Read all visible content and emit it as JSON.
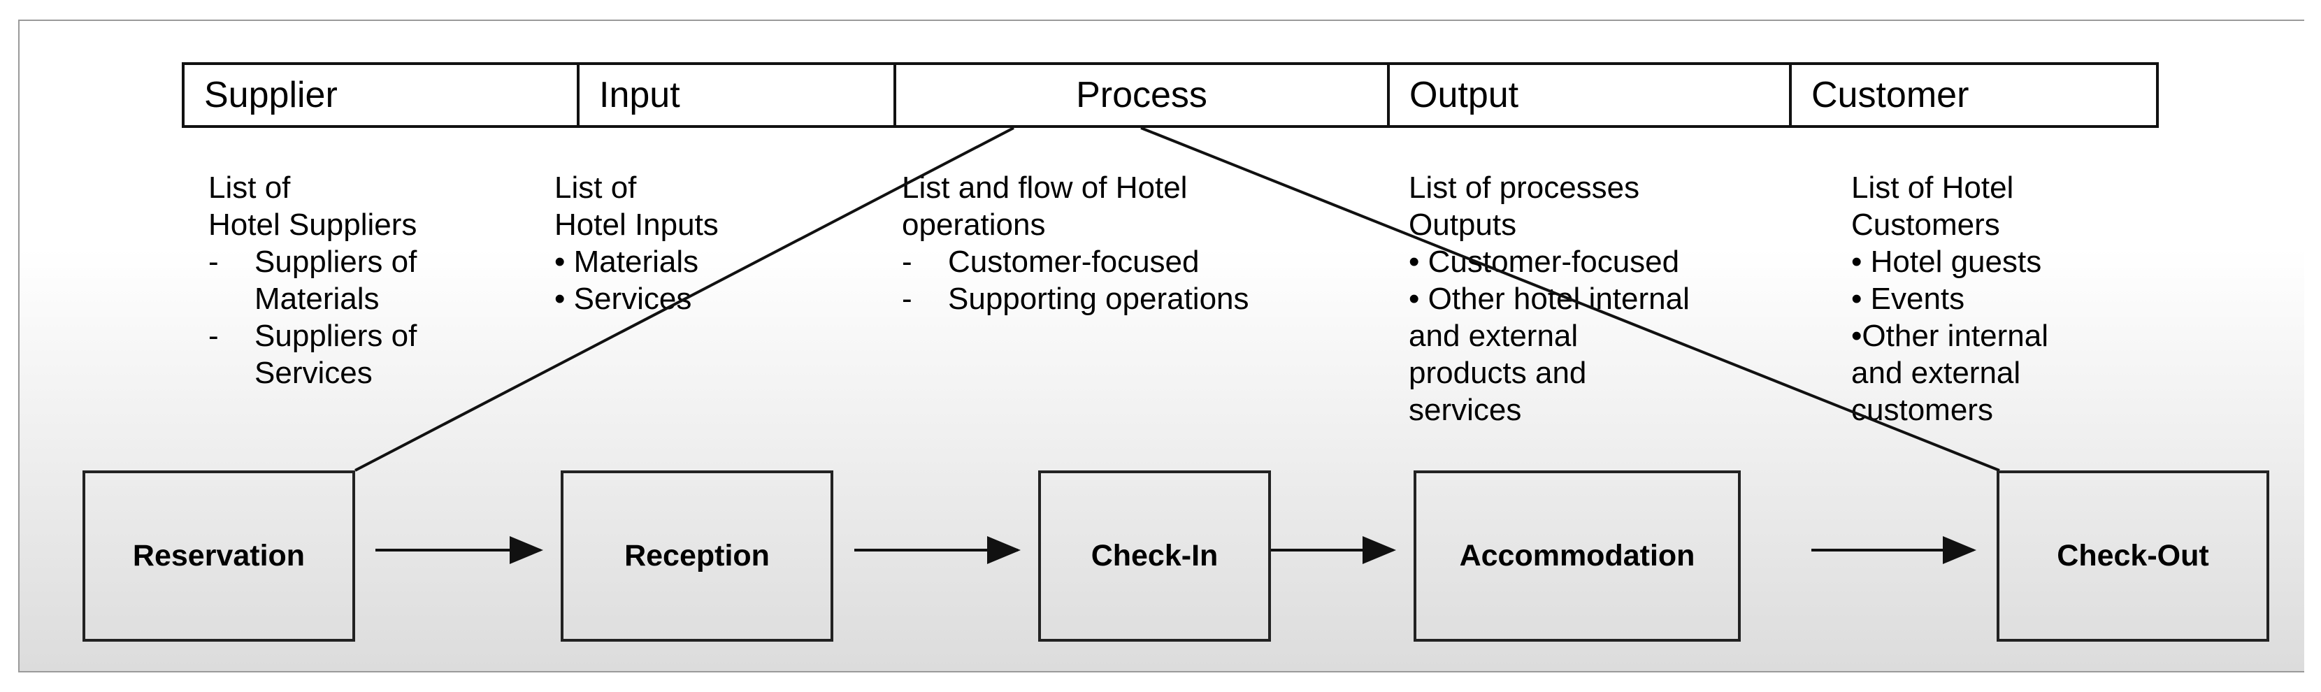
{
  "header": [
    "Supplier",
    "Input",
    "Process",
    "Output",
    "Customer"
  ],
  "columns": {
    "supplier": {
      "title_lines": [
        "List of",
        "Hotel Suppliers"
      ],
      "items": [
        [
          "Suppliers of",
          "Materials"
        ],
        [
          "Suppliers of",
          "Services"
        ]
      ]
    },
    "input": {
      "title_lines": [
        "List of",
        "Hotel Inputs"
      ],
      "items": [
        "Materials",
        "Services"
      ]
    },
    "process": {
      "title_lines": [
        "List and flow of Hotel",
        "operations"
      ],
      "items": [
        "Customer-focused",
        "Supporting operations"
      ]
    },
    "output": {
      "title_lines": [
        "List of processes",
        "Outputs"
      ],
      "items": [
        [
          "Customer-focused"
        ],
        [
          "Other hotel internal",
          "and external",
          "products and",
          "services"
        ]
      ]
    },
    "customer": {
      "title_lines": [
        "List of Hotel",
        "Customers"
      ],
      "items": [
        [
          "Hotel guests"
        ],
        [
          "Events"
        ],
        [
          "Other internal",
          "and external",
          "customers"
        ]
      ]
    }
  },
  "markers": {
    "bullet": "•",
    "dash": "-"
  },
  "flow": [
    "Reservation",
    "Reception",
    "Check-In",
    "Accommodation",
    "Check-Out"
  ],
  "colors": {
    "line": "#111111",
    "panel_border": "#9a9a9a"
  }
}
